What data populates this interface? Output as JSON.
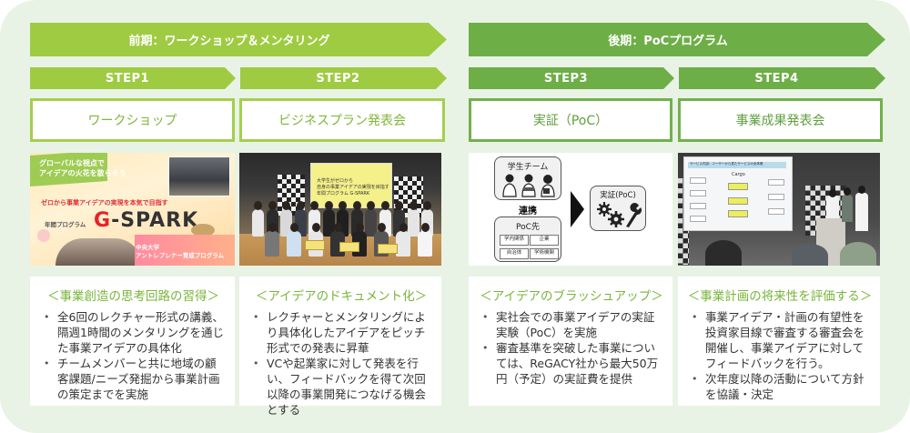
{
  "colors": {
    "background": "#e9f3e5",
    "lime": "#9fcb42",
    "dark_green": "#6eae47",
    "title_text": "#78b53b",
    "body_text": "#333333"
  },
  "phases": [
    {
      "label": "前期：ワークショップ＆メンタリング"
    },
    {
      "label": "後期：PoCプログラム"
    }
  ],
  "steps": [
    {
      "step_label": "STEP1",
      "name": "ワークショップ",
      "image": {
        "type": "poster",
        "tagline_1": "グローバルな視点で",
        "tagline_2": "アイデアの火花を散らそう",
        "subtitle": "ゼロから事業アイデアの実現を本気で目指す",
        "program_label": "年間プログラム",
        "logo_g": "G",
        "logo_rest": "-SPARK",
        "org_1": "中央大学",
        "org_2": "アントレプレナー育成プログラム"
      },
      "panel_title": "＜事業創造の思考回路の習得＞",
      "bullets": [
        "全6回のレクチャー形式の講義、隔週1時間のメンタリングを通じた事業アイデアの具体化",
        "チームメンバーと共に地域の顧客課題/ニーズ発掘から事業計画の策定までを実施"
      ]
    },
    {
      "step_label": "STEP2",
      "name": "ビジネスプラン発表会",
      "image": {
        "type": "group-photo",
        "screen_text_1": "大学生がゼロから",
        "screen_text_2": "自身の事業アイデアの実現を目指す",
        "screen_text_3": "年間プログラム G-SPARK"
      },
      "panel_title": "＜アイデアのドキュメント化＞",
      "bullets": [
        "レクチャーとメンタリングにより具体化したアイデアをピッチ形式での発表に昇華",
        "VCや起業家に対して発表を行い、フィードバックを得て次回以降の事業開発につなげる機会とする"
      ]
    },
    {
      "step_label": "STEP3",
      "name": "実証（PoC）",
      "image": {
        "type": "poc-diagram",
        "student_team": "学生チーム",
        "link": "連携",
        "poc_partner": "PoC先",
        "partners": [
          "学内関係",
          "企業",
          "自治体",
          "学術機関"
        ],
        "result": "実証(PoC)"
      },
      "panel_title": "＜アイデアのブラッシュアップ＞",
      "bullets": [
        "実社会での事業アイデアの実証実験（PoC）を実施",
        "審査基準を突破した事業については、ReGACY社から最大50万円（予定）の実証費を提供"
      ]
    },
    {
      "step_label": "STEP4",
      "name": "事業成果発表会",
      "image": {
        "type": "presentation-photo",
        "slide_title": "サービス内容：ユーザーから見たサービスの全体像",
        "slide_logo": "Cargo"
      },
      "panel_title": "＜事業計画の将来性を評価する＞",
      "bullets": [
        "事業アイデア・計画の有望性を投資家目線で審査する審査会を開催し、事業アイデアに対してフィードバックを行う。",
        "次年度以降の活動について方針を協議・決定"
      ]
    }
  ]
}
